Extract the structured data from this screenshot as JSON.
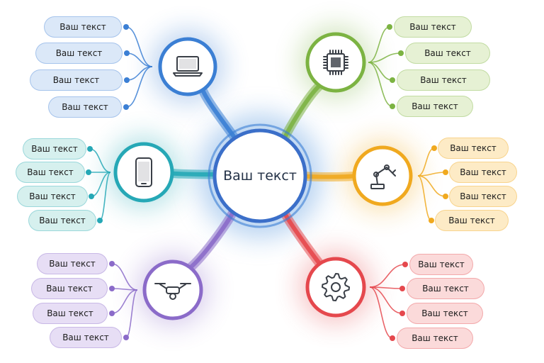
{
  "center": {
    "label": "Ваш текст"
  },
  "branches": [
    {
      "id": "laptop",
      "color": "#3b7fd4",
      "light": "#dbe8f8",
      "icon": "laptop-icon",
      "labels": [
        "Ваш текст",
        "Ваш текст",
        "Ваш текст",
        "Ваш текст"
      ]
    },
    {
      "id": "chip",
      "color": "#7cb342",
      "light": "#e6f1d4",
      "icon": "chip-icon",
      "labels": [
        "Ваш текст",
        "Ваш текст",
        "Ваш текст",
        "Ваш текст"
      ]
    },
    {
      "id": "phone",
      "color": "#26a8b6",
      "light": "#d6f0ee",
      "icon": "smartphone-icon",
      "labels": [
        "Ваш текст",
        "Ваш текст",
        "Ваш текст",
        "Ваш текст"
      ]
    },
    {
      "id": "robot",
      "color": "#f0a91f",
      "light": "#fdebc6",
      "icon": "robot-arm-icon",
      "labels": [
        "Ваш текст",
        "Ваш текст",
        "Ваш текст",
        "Ваш текст"
      ]
    },
    {
      "id": "drone",
      "color": "#8b6bc9",
      "light": "#e7def5",
      "icon": "drone-icon",
      "labels": [
        "Ваш текст",
        "Ваш текст",
        "Ваш текст",
        "Ваш текст"
      ]
    },
    {
      "id": "gear",
      "color": "#e5484d",
      "light": "#fbdada",
      "icon": "gear-icon",
      "labels": [
        "Ваш текст",
        "Ваш текст",
        "Ваш текст",
        "Ваш текст"
      ]
    }
  ]
}
